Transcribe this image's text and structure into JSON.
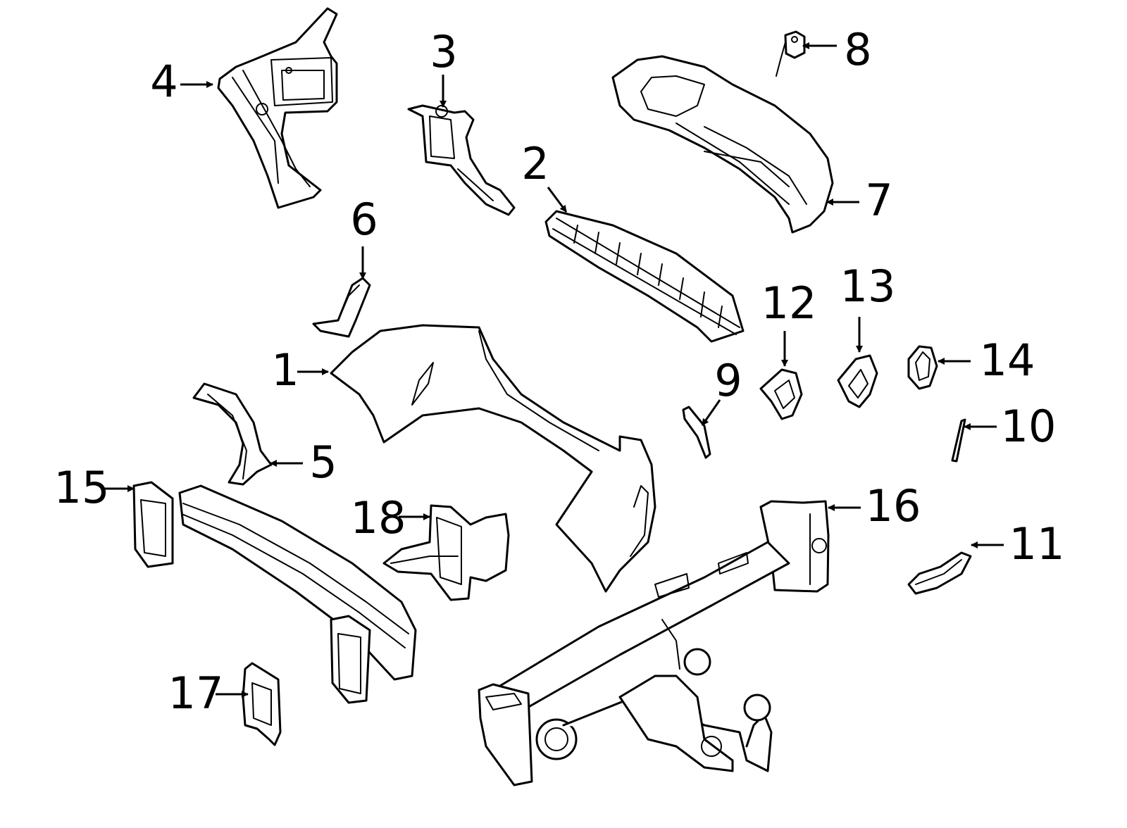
{
  "colors": {
    "line": "#000000",
    "background": "#ffffff"
  },
  "callouts": [
    {
      "id": "1",
      "label": "1"
    },
    {
      "id": "2",
      "label": "2"
    },
    {
      "id": "3",
      "label": "3"
    },
    {
      "id": "4",
      "label": "4"
    },
    {
      "id": "5",
      "label": "5"
    },
    {
      "id": "6",
      "label": "6"
    },
    {
      "id": "7",
      "label": "7"
    },
    {
      "id": "8",
      "label": "8"
    },
    {
      "id": "9",
      "label": "9"
    },
    {
      "id": "10",
      "label": "10"
    },
    {
      "id": "11",
      "label": "11"
    },
    {
      "id": "12",
      "label": "12"
    },
    {
      "id": "13",
      "label": "13"
    },
    {
      "id": "14",
      "label": "14"
    },
    {
      "id": "15",
      "label": "15"
    },
    {
      "id": "16",
      "label": "16"
    },
    {
      "id": "17",
      "label": "17"
    },
    {
      "id": "18",
      "label": "18"
    }
  ]
}
